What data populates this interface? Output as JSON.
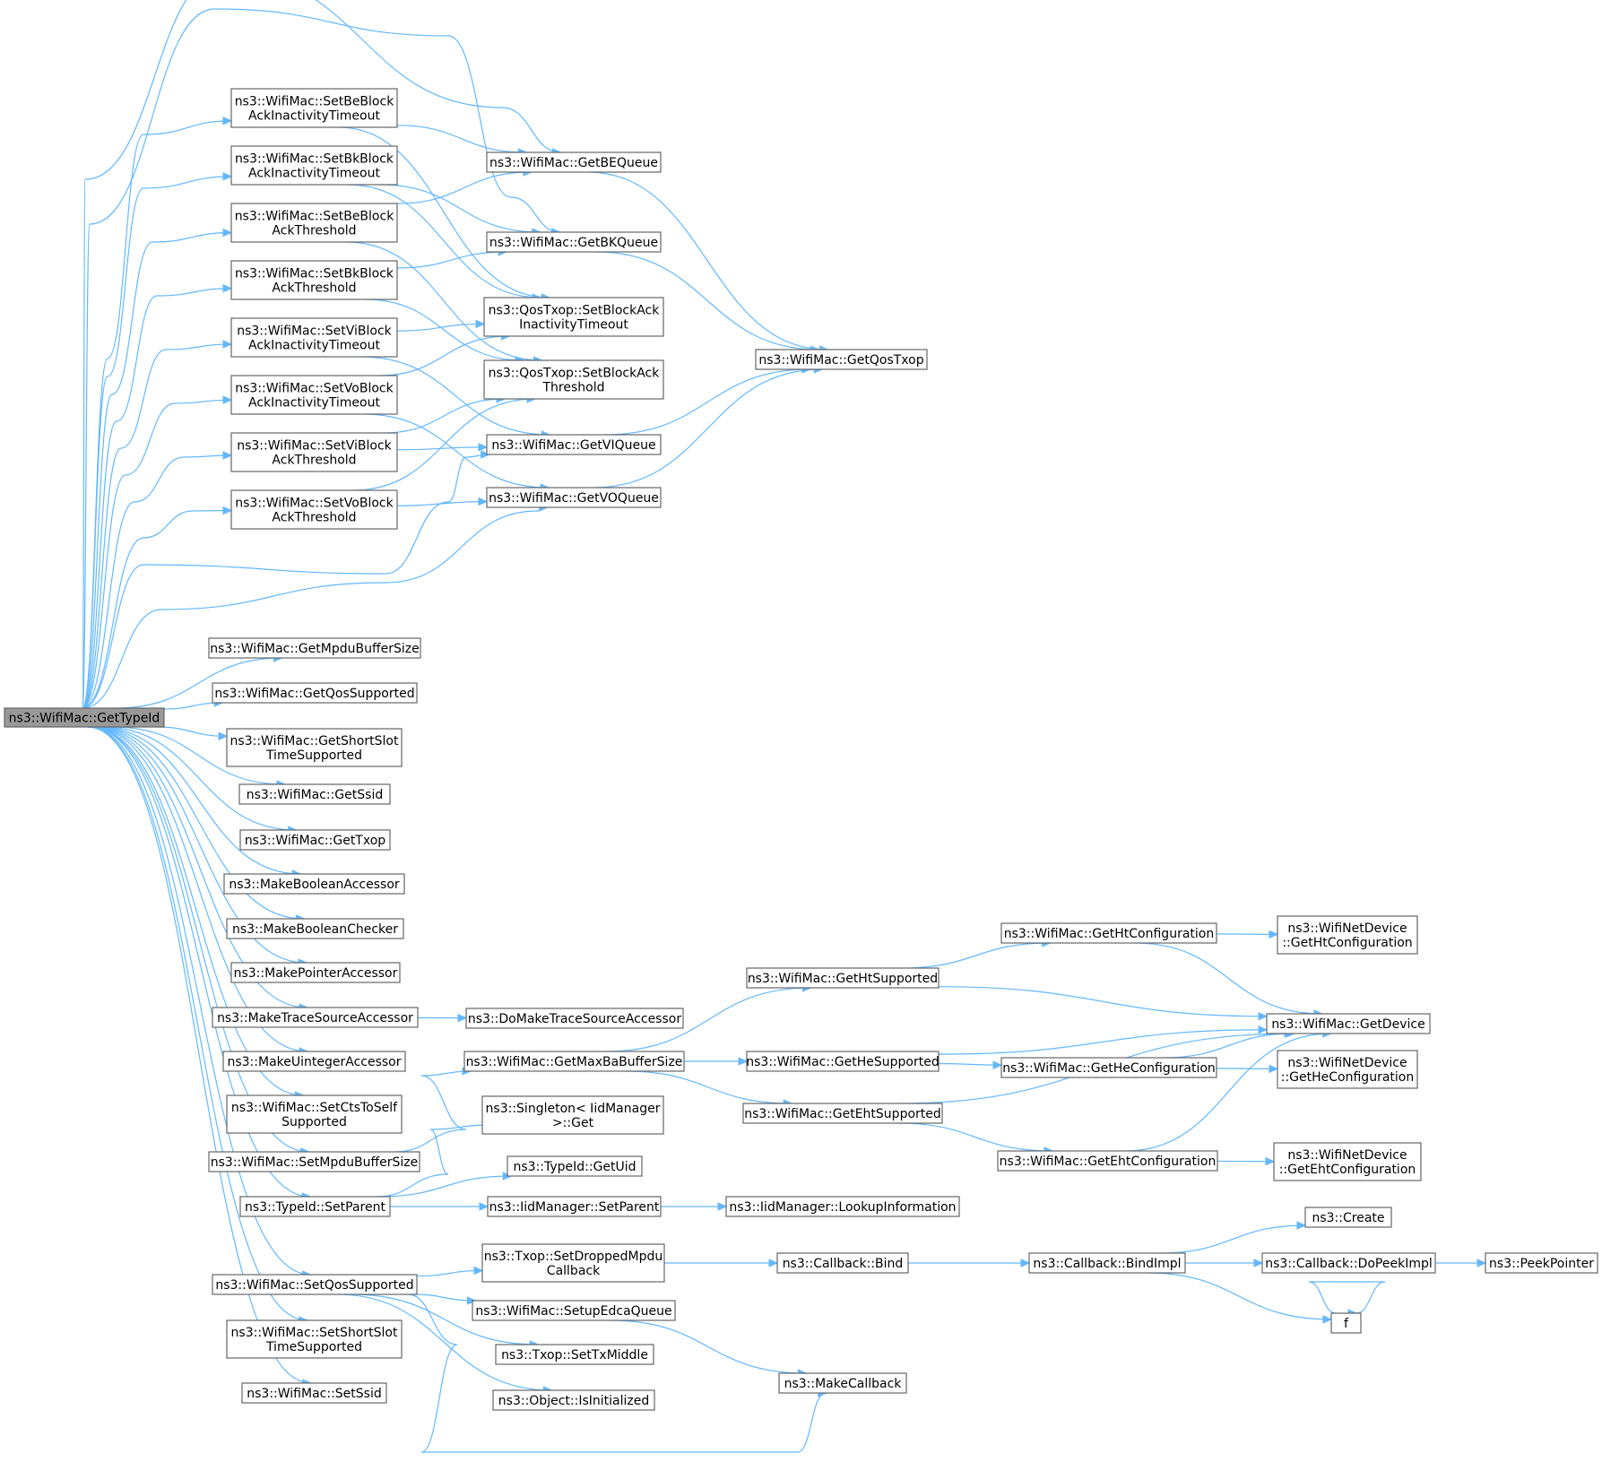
{
  "diagram": {
    "root": "ns3::WifiMac::GetTypeId",
    "nodes": [
      {
        "id": "root",
        "lines": [
          "ns3::WifiMac::GetTypeId"
        ]
      },
      {
        "id": "setBeBaInact",
        "lines": [
          "ns3::WifiMac::SetBeBlock",
          "AckInactivityTimeout"
        ]
      },
      {
        "id": "setBkBaInact",
        "lines": [
          "ns3::WifiMac::SetBkBlock",
          "AckInactivityTimeout"
        ]
      },
      {
        "id": "setBeBaThr",
        "lines": [
          "ns3::WifiMac::SetBeBlock",
          "AckThreshold"
        ]
      },
      {
        "id": "setBkBaThr",
        "lines": [
          "ns3::WifiMac::SetBkBlock",
          "AckThreshold"
        ]
      },
      {
        "id": "setViBaInact",
        "lines": [
          "ns3::WifiMac::SetViBlock",
          "AckInactivityTimeout"
        ]
      },
      {
        "id": "setVoBaInact",
        "lines": [
          "ns3::WifiMac::SetVoBlock",
          "AckInactivityTimeout"
        ]
      },
      {
        "id": "setViBaThr",
        "lines": [
          "ns3::WifiMac::SetViBlock",
          "AckThreshold"
        ]
      },
      {
        "id": "setVoBaThr",
        "lines": [
          "ns3::WifiMac::SetVoBlock",
          "AckThreshold"
        ]
      },
      {
        "id": "getBEQueue",
        "lines": [
          "ns3::WifiMac::GetBEQueue"
        ]
      },
      {
        "id": "getBKQueue",
        "lines": [
          "ns3::WifiMac::GetBKQueue"
        ]
      },
      {
        "id": "qosSetBaInact",
        "lines": [
          "ns3::QosTxop::SetBlockAck",
          "InactivityTimeout"
        ]
      },
      {
        "id": "qosSetBaThr",
        "lines": [
          "ns3::QosTxop::SetBlockAck",
          "Threshold"
        ]
      },
      {
        "id": "getVIQueue",
        "lines": [
          "ns3::WifiMac::GetVIQueue"
        ]
      },
      {
        "id": "getVOQueue",
        "lines": [
          "ns3::WifiMac::GetVOQueue"
        ]
      },
      {
        "id": "getQosTxop",
        "lines": [
          "ns3::WifiMac::GetQosTxop"
        ]
      },
      {
        "id": "getMpduBuf",
        "lines": [
          "ns3::WifiMac::GetMpduBufferSize"
        ]
      },
      {
        "id": "getQosSup",
        "lines": [
          "ns3::WifiMac::GetQosSupported"
        ]
      },
      {
        "id": "getShortSlot",
        "lines": [
          "ns3::WifiMac::GetShortSlot",
          "TimeSupported"
        ]
      },
      {
        "id": "getSsid",
        "lines": [
          "ns3::WifiMac::GetSsid"
        ]
      },
      {
        "id": "getTxop",
        "lines": [
          "ns3::WifiMac::GetTxop"
        ]
      },
      {
        "id": "mkBoolAcc",
        "lines": [
          "ns3::MakeBooleanAccessor"
        ]
      },
      {
        "id": "mkBoolChk",
        "lines": [
          "ns3::MakeBooleanChecker"
        ]
      },
      {
        "id": "mkPtrAcc",
        "lines": [
          "ns3::MakePointerAccessor"
        ]
      },
      {
        "id": "mkTraceAcc",
        "lines": [
          "ns3::MakeTraceSourceAccessor"
        ]
      },
      {
        "id": "doMkTraceAcc",
        "lines": [
          "ns3::DoMakeTraceSourceAccessor"
        ]
      },
      {
        "id": "mkUintAcc",
        "lines": [
          "ns3::MakeUintegerAccessor"
        ]
      },
      {
        "id": "setCtsToSelf",
        "lines": [
          "ns3::WifiMac::SetCtsToSelf",
          "Supported"
        ]
      },
      {
        "id": "setMpduBuf",
        "lines": [
          "ns3::WifiMac::SetMpduBufferSize"
        ]
      },
      {
        "id": "tidSetParent",
        "lines": [
          "ns3::TypeId::SetParent"
        ]
      },
      {
        "id": "setQosSup",
        "lines": [
          "ns3::WifiMac::SetQosSupported"
        ]
      },
      {
        "id": "setShortSlot",
        "lines": [
          "ns3::WifiMac::SetShortSlot",
          "TimeSupported"
        ]
      },
      {
        "id": "setSsid",
        "lines": [
          "ns3::WifiMac::SetSsid"
        ]
      },
      {
        "id": "getMaxBaBuf",
        "lines": [
          "ns3::WifiMac::GetMaxBaBufferSize"
        ]
      },
      {
        "id": "singletonGet",
        "lines": [
          "ns3::Singleton< IidManager",
          ">::Get"
        ]
      },
      {
        "id": "tidGetUid",
        "lines": [
          "ns3::TypeId::GetUid"
        ]
      },
      {
        "id": "iidSetParent",
        "lines": [
          "ns3::IidManager::SetParent"
        ]
      },
      {
        "id": "iidLookup",
        "lines": [
          "ns3::IidManager::LookupInformation"
        ]
      },
      {
        "id": "txopSetDropped",
        "lines": [
          "ns3::Txop::SetDroppedMpdu",
          "Callback"
        ]
      },
      {
        "id": "setupEdca",
        "lines": [
          "ns3::WifiMac::SetupEdcaQueue"
        ]
      },
      {
        "id": "txopSetTxMiddle",
        "lines": [
          "ns3::Txop::SetTxMiddle"
        ]
      },
      {
        "id": "objIsInit",
        "lines": [
          "ns3::Object::IsInitialized"
        ]
      },
      {
        "id": "getHtSup",
        "lines": [
          "ns3::WifiMac::GetHtSupported"
        ]
      },
      {
        "id": "getHeSup",
        "lines": [
          "ns3::WifiMac::GetHeSupported"
        ]
      },
      {
        "id": "getEhtSup",
        "lines": [
          "ns3::WifiMac::GetEhtSupported"
        ]
      },
      {
        "id": "cbBind",
        "lines": [
          "ns3::Callback::Bind"
        ]
      },
      {
        "id": "mkCallback",
        "lines": [
          "ns3::MakeCallback"
        ]
      },
      {
        "id": "getHtConf",
        "lines": [
          "ns3::WifiMac::GetHtConfiguration"
        ]
      },
      {
        "id": "getHeConf",
        "lines": [
          "ns3::WifiMac::GetHeConfiguration"
        ]
      },
      {
        "id": "getEhtConf",
        "lines": [
          "ns3::WifiMac::GetEhtConfiguration"
        ]
      },
      {
        "id": "cbBindImpl",
        "lines": [
          "ns3::Callback::BindImpl"
        ]
      },
      {
        "id": "ndGetHtConf",
        "lines": [
          "ns3::WifiNetDevice",
          "::GetHtConfiguration"
        ]
      },
      {
        "id": "getDevice",
        "lines": [
          "ns3::WifiMac::GetDevice"
        ]
      },
      {
        "id": "ndGetHeConf",
        "lines": [
          "ns3::WifiNetDevice",
          "::GetHeConfiguration"
        ]
      },
      {
        "id": "ndGetEhtConf",
        "lines": [
          "ns3::WifiNetDevice",
          "::GetEhtConfiguration"
        ]
      },
      {
        "id": "create",
        "lines": [
          "ns3::Create"
        ]
      },
      {
        "id": "cbDoPeek",
        "lines": [
          "ns3::Callback::DoPeekImpl"
        ]
      },
      {
        "id": "fFunc",
        "lines": [
          "f"
        ]
      },
      {
        "id": "peekPtr",
        "lines": [
          "ns3::PeekPointer"
        ]
      }
    ],
    "edges": [
      [
        "root",
        "setBeBaInact"
      ],
      [
        "root",
        "setBkBaInact"
      ],
      [
        "root",
        "setBeBaThr"
      ],
      [
        "root",
        "setBkBaThr"
      ],
      [
        "root",
        "setViBaInact"
      ],
      [
        "root",
        "setVoBaInact"
      ],
      [
        "root",
        "setViBaThr"
      ],
      [
        "root",
        "setVoBaThr"
      ],
      [
        "root",
        "getBEQueue"
      ],
      [
        "root",
        "getBKQueue"
      ],
      [
        "root",
        "getVIQueue"
      ],
      [
        "root",
        "getVOQueue"
      ],
      [
        "root",
        "getMpduBuf"
      ],
      [
        "root",
        "getQosSup"
      ],
      [
        "root",
        "getShortSlot"
      ],
      [
        "root",
        "getSsid"
      ],
      [
        "root",
        "getTxop"
      ],
      [
        "root",
        "mkBoolAcc"
      ],
      [
        "root",
        "mkBoolChk"
      ],
      [
        "root",
        "mkPtrAcc"
      ],
      [
        "root",
        "mkTraceAcc"
      ],
      [
        "root",
        "mkUintAcc"
      ],
      [
        "root",
        "setCtsToSelf"
      ],
      [
        "root",
        "setMpduBuf"
      ],
      [
        "root",
        "tidSetParent"
      ],
      [
        "root",
        "setQosSup"
      ],
      [
        "root",
        "setShortSlot"
      ],
      [
        "root",
        "setSsid"
      ],
      [
        "setBeBaInact",
        "getBEQueue"
      ],
      [
        "setBeBaInact",
        "qosSetBaInact"
      ],
      [
        "setBkBaInact",
        "getBKQueue"
      ],
      [
        "setBkBaInact",
        "qosSetBaInact"
      ],
      [
        "setBeBaThr",
        "getBEQueue"
      ],
      [
        "setBeBaThr",
        "qosSetBaThr"
      ],
      [
        "setBkBaThr",
        "getBKQueue"
      ],
      [
        "setBkBaThr",
        "qosSetBaThr"
      ],
      [
        "setViBaInact",
        "qosSetBaInact"
      ],
      [
        "setViBaInact",
        "getVIQueue"
      ],
      [
        "setVoBaInact",
        "qosSetBaInact"
      ],
      [
        "setVoBaInact",
        "getVOQueue"
      ],
      [
        "setViBaThr",
        "qosSetBaThr"
      ],
      [
        "setViBaThr",
        "getVIQueue"
      ],
      [
        "setVoBaThr",
        "qosSetBaThr"
      ],
      [
        "setVoBaThr",
        "getVOQueue"
      ],
      [
        "getBEQueue",
        "getQosTxop"
      ],
      [
        "getBKQueue",
        "getQosTxop"
      ],
      [
        "getVIQueue",
        "getQosTxop"
      ],
      [
        "getVOQueue",
        "getQosTxop"
      ],
      [
        "mkTraceAcc",
        "doMkTraceAcc"
      ],
      [
        "setMpduBuf",
        "getMaxBaBuf"
      ],
      [
        "tidSetParent",
        "singletonGet"
      ],
      [
        "tidSetParent",
        "tidGetUid"
      ],
      [
        "tidSetParent",
        "iidSetParent"
      ],
      [
        "iidSetParent",
        "iidLookup"
      ],
      [
        "setQosSup",
        "txopSetDropped"
      ],
      [
        "setQosSup",
        "setupEdca"
      ],
      [
        "setQosSup",
        "txopSetTxMiddle"
      ],
      [
        "setQosSup",
        "objIsInit"
      ],
      [
        "setQosSup",
        "mkCallback"
      ],
      [
        "txopSetDropped",
        "cbBind"
      ],
      [
        "setupEdca",
        "mkCallback"
      ],
      [
        "cbBind",
        "cbBindImpl"
      ],
      [
        "cbBindImpl",
        "create"
      ],
      [
        "cbBindImpl",
        "cbDoPeek"
      ],
      [
        "cbBindImpl",
        "fFunc"
      ],
      [
        "cbDoPeek",
        "peekPtr"
      ],
      [
        "fFunc",
        "fFunc"
      ],
      [
        "getMaxBaBuf",
        "getHtSup"
      ],
      [
        "getMaxBaBuf",
        "getHeSup"
      ],
      [
        "getMaxBaBuf",
        "getEhtSup"
      ],
      [
        "getHtSup",
        "getHtConf"
      ],
      [
        "getHtSup",
        "getDevice"
      ],
      [
        "getHeSup",
        "getHeConf"
      ],
      [
        "getHeSup",
        "getDevice"
      ],
      [
        "getEhtSup",
        "getEhtConf"
      ],
      [
        "getEhtSup",
        "getDevice"
      ],
      [
        "getHtConf",
        "ndGetHtConf"
      ],
      [
        "getHtConf",
        "getDevice"
      ],
      [
        "getHeConf",
        "ndGetHeConf"
      ],
      [
        "getHeConf",
        "getDevice"
      ],
      [
        "getEhtConf",
        "ndGetEhtConf"
      ],
      [
        "getEhtConf",
        "getDevice"
      ]
    ]
  },
  "colors": {
    "edge": "#63b8ff",
    "node_border": "#666666",
    "root_fill": "#999999",
    "node_fill": "#ffffff"
  }
}
